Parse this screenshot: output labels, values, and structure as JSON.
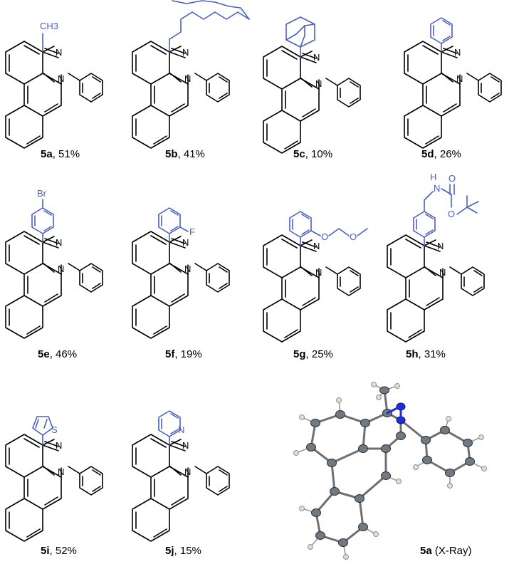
{
  "compounds": [
    {
      "id": "5a",
      "yield": ", 51%",
      "substituent_label": "CH3"
    },
    {
      "id": "5b",
      "yield": ", 41%"
    },
    {
      "id": "5c",
      "yield": ", 10%"
    },
    {
      "id": "5d",
      "yield": ", 26%"
    },
    {
      "id": "5e",
      "yield": ", 46%",
      "substituent_label": "Br"
    },
    {
      "id": "5f",
      "yield": ", 19%",
      "substituent_label": "F"
    },
    {
      "id": "5g",
      "yield": ", 25%",
      "substituent_label": "O"
    },
    {
      "id": "5h",
      "yield": ", 31%",
      "substituent_labels": [
        "H",
        "N",
        "O",
        "O"
      ]
    },
    {
      "id": "5i",
      "yield": ", 52%",
      "substituent_label": "S"
    },
    {
      "id": "5j",
      "yield": ", 15%",
      "substituent_label": "N"
    }
  ],
  "atoms": {
    "n": "N"
  },
  "xray": {
    "id": "5a",
    "label": " (X-Ray)"
  },
  "colors": {
    "bond": "#000000",
    "substituent": "#4a5fc1",
    "nitrogen": "#1f2fd8",
    "carbon": "#6f7a82"
  }
}
